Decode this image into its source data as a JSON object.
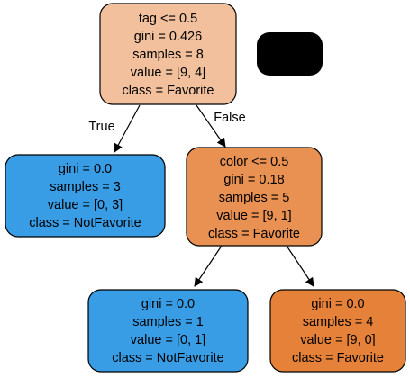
{
  "tree": {
    "colors": {
      "root": "#f2c09c",
      "orange_mid": "#e99152",
      "orange_leaf": "#e58139",
      "blue_leaf": "#399de5",
      "hidden_box": "#000000",
      "edge": "#000000"
    },
    "edge_labels": {
      "true_label": "True",
      "false_label": "False"
    },
    "nodes": {
      "root": {
        "line1": "tag <= 0.5",
        "line2": "gini = 0.426",
        "line3": "samples = 8",
        "line4": "value = [9, 4]",
        "line5": "class = Favorite"
      },
      "left_leaf": {
        "line1": "gini = 0.0",
        "line2": "samples = 3",
        "line3": "value = [0, 3]",
        "line4": "class = NotFavorite"
      },
      "color_split": {
        "line1": "color <= 0.5",
        "line2": "gini = 0.18",
        "line3": "samples = 5",
        "line4": "value = [9, 1]",
        "line5": "class = Favorite"
      },
      "bottom_left_leaf": {
        "line1": "gini = 0.0",
        "line2": "samples = 1",
        "line3": "value = [0, 1]",
        "line4": "class = NotFavorite"
      },
      "bottom_right_leaf": {
        "line1": "gini = 0.0",
        "line2": "samples = 4",
        "line3": "value = [9, 0]",
        "line4": "class = Favorite"
      }
    }
  }
}
